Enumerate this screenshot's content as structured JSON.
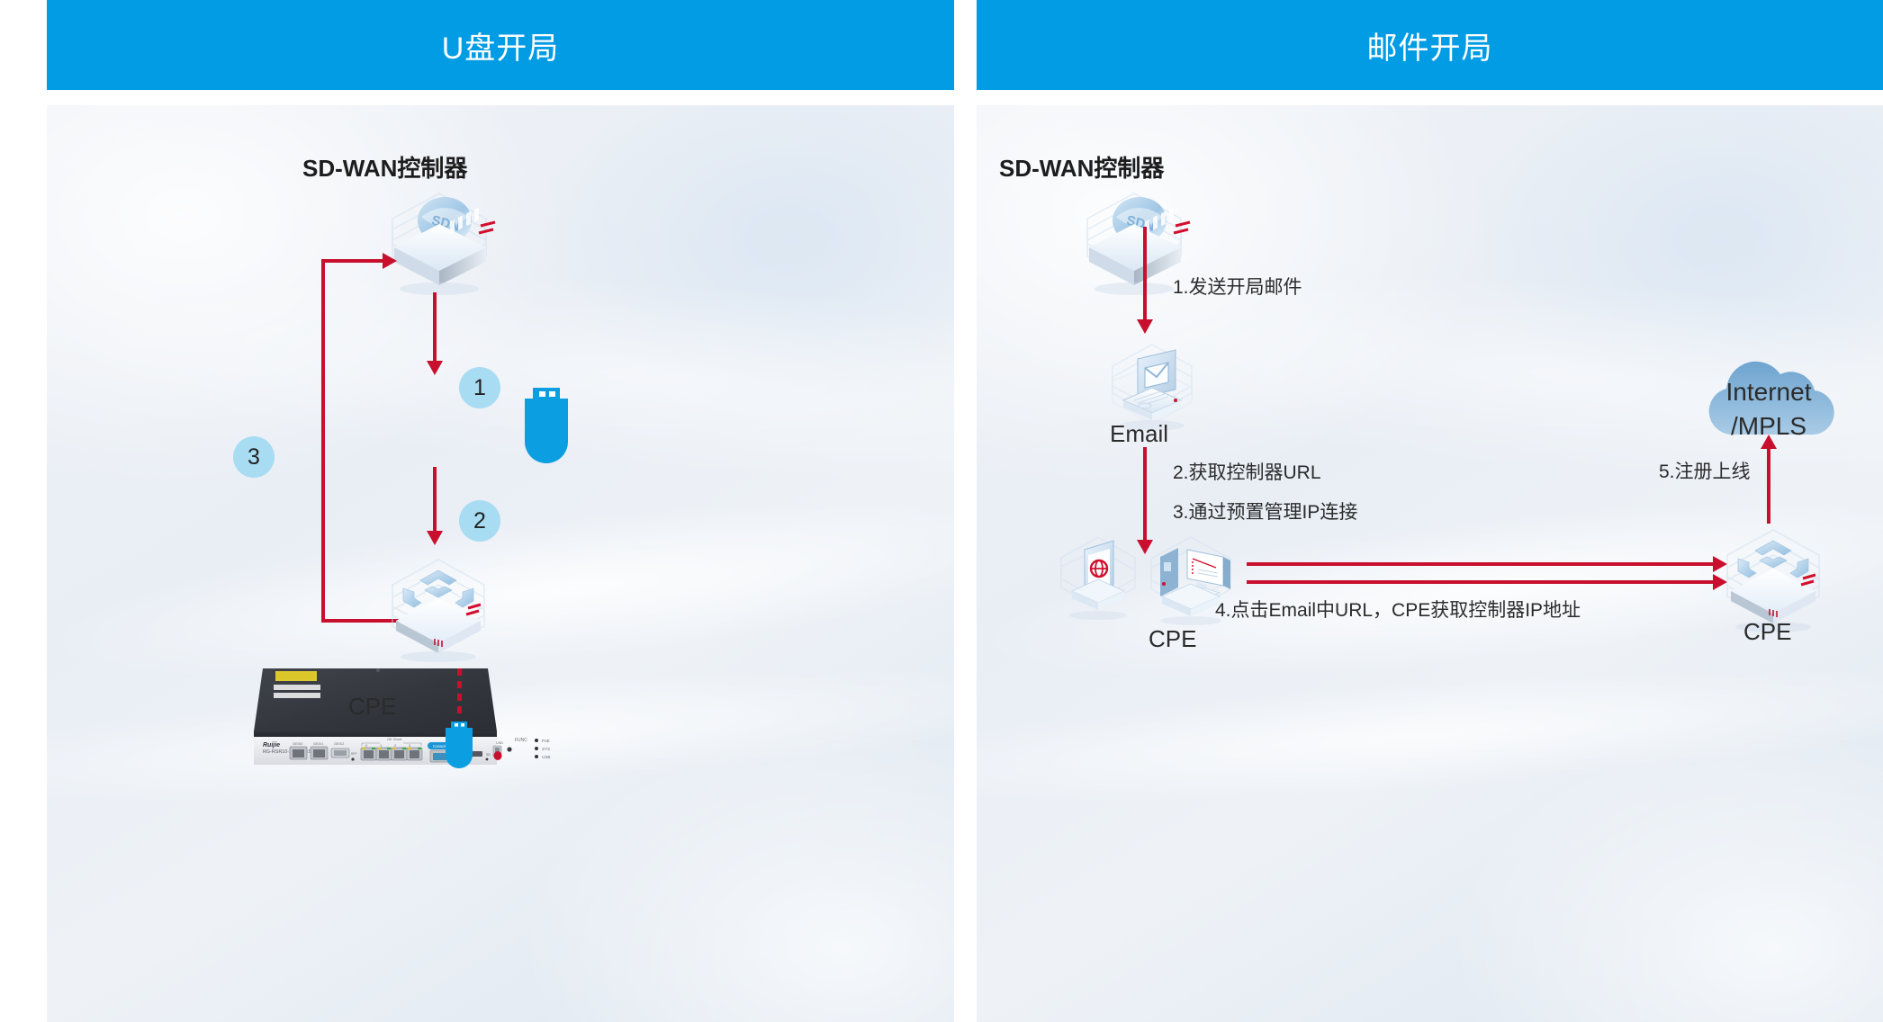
{
  "theme": {
    "header_bg": "#029CE4",
    "header_text": "#ffffff",
    "arrow_red": "#C8102E",
    "badge_blue": "#A7DCF3",
    "usb_blue": "#0B9EE0",
    "cloud_blue": "#6FA8D4",
    "panel_bg_from": "#eef1f6",
    "panel_bg_to": "#dde6f0"
  },
  "panels": [
    {
      "id": "usb-deployment",
      "header": "U盘开局",
      "nodes": {
        "controller_title": "SD-WAN控制器",
        "controller_icon": "sdn-controller-icon",
        "usb_icon": "usb-flash-drive-icon",
        "router_icon": "router-icon",
        "device_caption": "CPE",
        "device_model_brand": "Ruijie",
        "device_model": "RG-RSR10-X SERIES",
        "device_ports": [
          "GE0/0",
          "GE0/1",
          "GE0/2",
          "GE Short",
          "0",
          "1",
          "2",
          "3",
          "Console",
          "SD",
          "USB",
          "FUNC"
        ],
        "device_leds": [
          "PoE",
          "SYS",
          "USB"
        ],
        "device_sfp": "SFP",
        "small_usb_icon": "usb-flash-drive-icon"
      },
      "steps": [
        {
          "num": "1",
          "from": "controller",
          "to": "usb"
        },
        {
          "num": "2",
          "from": "usb",
          "to": "router"
        },
        {
          "num": "3",
          "from": "router",
          "to": "controller"
        }
      ]
    },
    {
      "id": "email-deployment",
      "header": "邮件开局",
      "nodes": {
        "controller_title": "SD-WAN控制器",
        "controller_icon": "sdn-controller-icon",
        "email_icon": "laptop-email-icon",
        "email_caption": "Email",
        "phone_icon": "smartphone-globe-icon",
        "monitor_icon": "desktop-monitor-icon",
        "left_cpe_caption": "CPE",
        "right_router_icon": "router-icon",
        "right_cpe_caption": "CPE",
        "cloud_icon": "cloud-icon",
        "cloud_label_line1": "Internet",
        "cloud_label_line2": "/MPLS"
      },
      "steps": [
        {
          "num": "1",
          "text": "1.发送开局邮件"
        },
        {
          "num": "2",
          "text": "2.获取控制器URL"
        },
        {
          "num": "3",
          "text": "3.通过预置管理IP连接"
        },
        {
          "num": "4",
          "text": "4.点击Email中URL，CPE获取控制器IP地址"
        },
        {
          "num": "5",
          "text": "5.注册上线"
        }
      ]
    }
  ]
}
